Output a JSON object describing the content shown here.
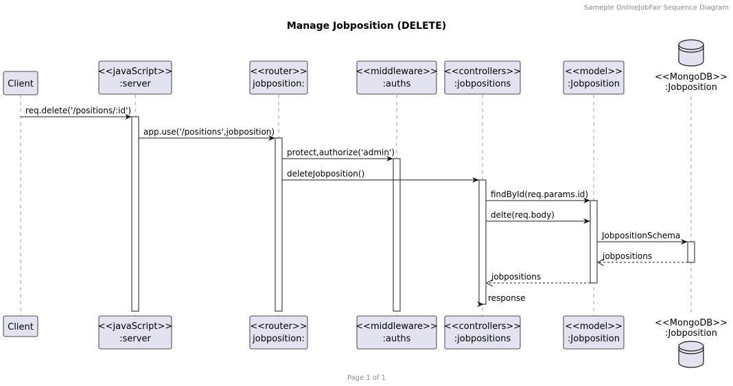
{
  "diagram": {
    "header": "Sameple OnlineJobFair Sequence Diagram",
    "title": "Manage Jobposition (DELETE)",
    "footer": "Page 1 of 1",
    "colors": {
      "participant_fill": "#E2E2F0",
      "participant_border": "#181818",
      "lifeline": "#999999",
      "activation_fill": "#ffffff",
      "arrow": "#181818"
    },
    "participants": [
      {
        "id": "client",
        "label_lines": [
          "Client"
        ]
      },
      {
        "id": "server",
        "label_lines": [
          "<<javaScript>>",
          ":server"
        ]
      },
      {
        "id": "router",
        "label_lines": [
          "<<router>>",
          "jobposition:"
        ]
      },
      {
        "id": "auths",
        "label_lines": [
          "<<middleware>>",
          ":auths"
        ]
      },
      {
        "id": "controllers",
        "label_lines": [
          "<<controllers>>",
          ":jobpositions"
        ]
      },
      {
        "id": "model",
        "label_lines": [
          "<<model>>",
          ":Jobposition"
        ]
      },
      {
        "id": "mongodb",
        "label_lines": [
          "<<MongoDB>>",
          ":Jobposition"
        ],
        "shape": "database"
      }
    ],
    "messages": [
      {
        "from": "client",
        "to": "server",
        "label": "req.delete('/positions/:id')",
        "style": "solid"
      },
      {
        "from": "server",
        "to": "router",
        "label": "app.use('/positions',jobposition)",
        "style": "solid"
      },
      {
        "from": "router",
        "to": "auths",
        "label": "protect,authorize('admin')",
        "style": "solid"
      },
      {
        "from": "router",
        "to": "controllers",
        "label": "deleteJobposition()",
        "style": "solid"
      },
      {
        "from": "controllers",
        "to": "model",
        "label": "findById(req.params.id)",
        "style": "solid"
      },
      {
        "from": "controllers",
        "to": "model",
        "label": "delte(req.body)",
        "style": "solid"
      },
      {
        "from": "model",
        "to": "mongodb",
        "label": "JobpositionSchema",
        "style": "solid"
      },
      {
        "from": "mongodb",
        "to": "model",
        "label": "jobpositions",
        "style": "dashed"
      },
      {
        "from": "model",
        "to": "controllers",
        "label": "jobpositions",
        "style": "dashed"
      },
      {
        "from": "controllers",
        "to": "client",
        "label": "response",
        "style": "solid"
      }
    ]
  }
}
